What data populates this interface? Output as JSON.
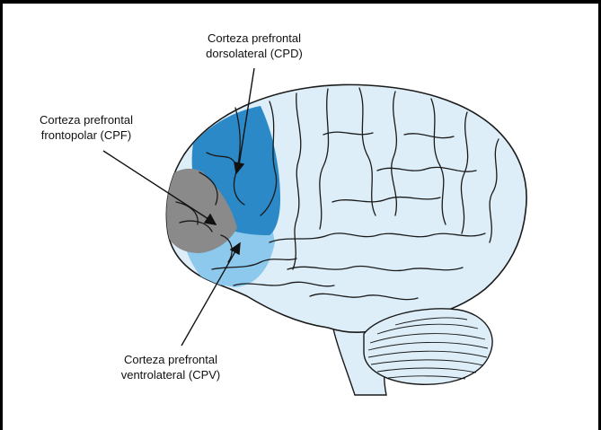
{
  "labels": {
    "cpd": {
      "line1": "Corteza prefrontal",
      "line2": "dorsolateral (CPD)"
    },
    "cpf": {
      "line1": "Corteza prefrontal",
      "line2": "frontopolar (CPF)"
    },
    "cpv": {
      "line1": "Corteza prefrontal",
      "line2": "ventrolateral (CPV)"
    }
  },
  "colors": {
    "brain_fill": "#ddeef8",
    "dorsolateral": "#2a89c6",
    "ventrolateral": "#8cc9ec",
    "frontopolar": "#8a8a8a",
    "outline": "#1a1a1a"
  }
}
